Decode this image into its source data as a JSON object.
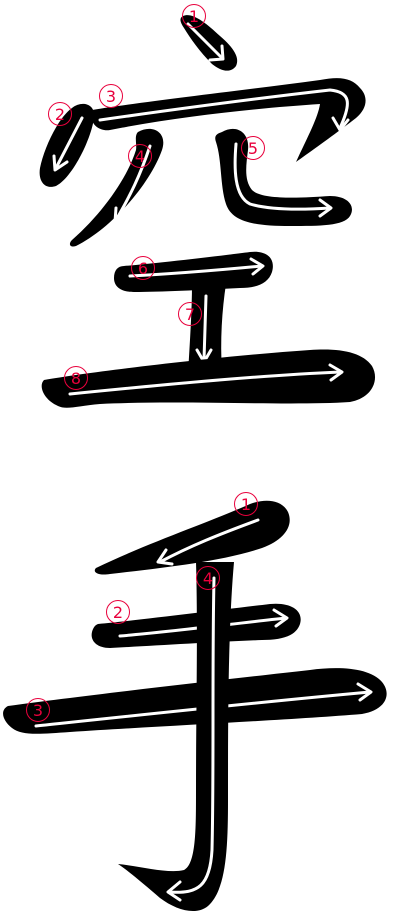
{
  "colors": {
    "stroke": "#000000",
    "guide": "#ffffff",
    "number": "#e8003c",
    "background": "#ffffff"
  },
  "characters": [
    {
      "id": "kuu",
      "stroke_count": 8,
      "stroke_numbers": [
        "1",
        "2",
        "3",
        "4",
        "5",
        "6",
        "7",
        "8"
      ]
    },
    {
      "id": "te",
      "stroke_count": 4,
      "stroke_numbers": [
        "1",
        "2",
        "3",
        "4"
      ]
    }
  ]
}
